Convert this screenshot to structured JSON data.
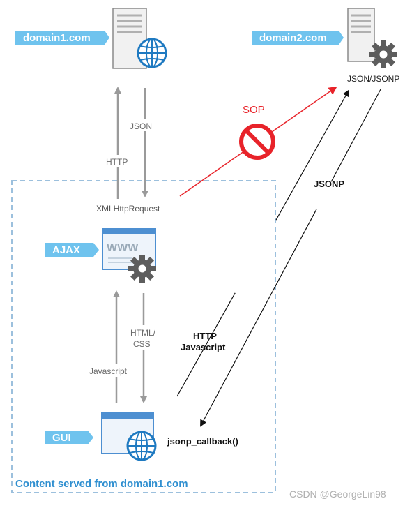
{
  "tags": {
    "domain1": "domain1.com",
    "domain2": "domain2.com",
    "ajax": "AJAX",
    "gui": "GUI"
  },
  "labels": {
    "json": "JSON",
    "http": "HTTP",
    "xmlhttprequest": "XMLHttpRequest",
    "sop": "SOP",
    "json_jsonp": "JSON/JSONP",
    "jsonp": "JSONP",
    "html_css_line1": "HTML/",
    "html_css_line2": "CSS",
    "javascript": "Javascript",
    "http_js_line1": "HTTP",
    "http_js_line2": "Javascript",
    "jsonp_callback": "jsonp_callback()",
    "www": "WWW"
  },
  "box_caption": "Content served from domain1.com",
  "watermark": "CSDN @GeorgeLin98",
  "colors": {
    "tag_blue": "#6fc3ee",
    "box_border": "#9cc0dd",
    "caption_blue": "#2f8fd0",
    "arrow_gray": "#9a9a9a",
    "sop_red": "#e8232a",
    "globe_blue": "#1f7ac1",
    "gear_gray": "#5d5d5d",
    "window_blue": "#4d8fd1"
  },
  "icons": [
    "server-icon",
    "globe-icon",
    "gear-icon",
    "browser-window-icon",
    "no-entry-icon"
  ]
}
